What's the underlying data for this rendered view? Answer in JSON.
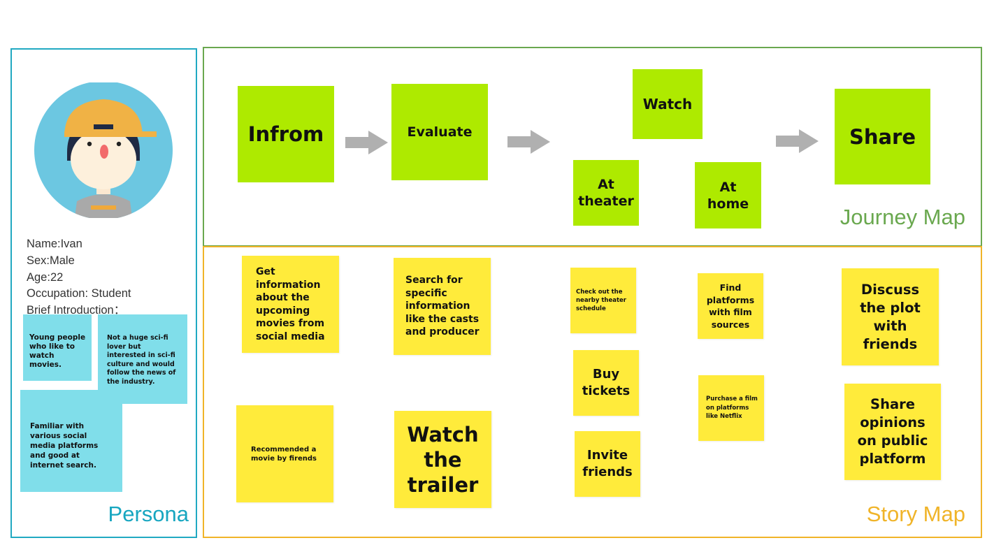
{
  "persona": {
    "title": "Persona",
    "avatar_icon": "boy-with-cap-avatar-icon",
    "info": {
      "name": "Name:Ivan",
      "sex": "Sex:Male",
      "age": "Age:22",
      "occupation": "Occupation: Student",
      "brief": "Brief Introduction："
    },
    "notes": [
      "Young people who like to watch movies.",
      "Not a huge sci-fi lover but interested in sci-fi culture and would follow the news of the industry.",
      "Familiar with various social media platforms and good at internet search."
    ]
  },
  "journey": {
    "title": "Journey Map",
    "stages": {
      "inform": "Infrom",
      "evaluate": "Evaluate",
      "watch": "Watch",
      "at_theater": "At theater",
      "at_home": "At home",
      "share": "Share"
    },
    "arrow_icon": "right-arrow-icon"
  },
  "story": {
    "title": "Story Map",
    "notes": {
      "get_info": "Get information about the upcoming movies from social media",
      "recommended": "Recommended a movie by firends",
      "search_specific": "Search for specific information like the casts and producer",
      "watch_trailer": "Watch the trailer",
      "check_schedule": "Check out the nearby theater schedule",
      "buy_tickets": "Buy tickets",
      "invite_friends": "Invite friends",
      "find_platforms": "Find platforms with film sources",
      "purchase_film": "Purchase a film on platforms like Netflix",
      "discuss_plot": "Discuss the plot with friends",
      "share_opinions": "Share opinions on public platform"
    }
  },
  "colors": {
    "persona": "#21a9c2",
    "journey": "#6aa84f",
    "story": "#f0b429",
    "green_note": "#aeea00",
    "yellow_note": "#ffeb3b",
    "cyan_note": "#80deea",
    "arrow": "#b0b0b0"
  }
}
